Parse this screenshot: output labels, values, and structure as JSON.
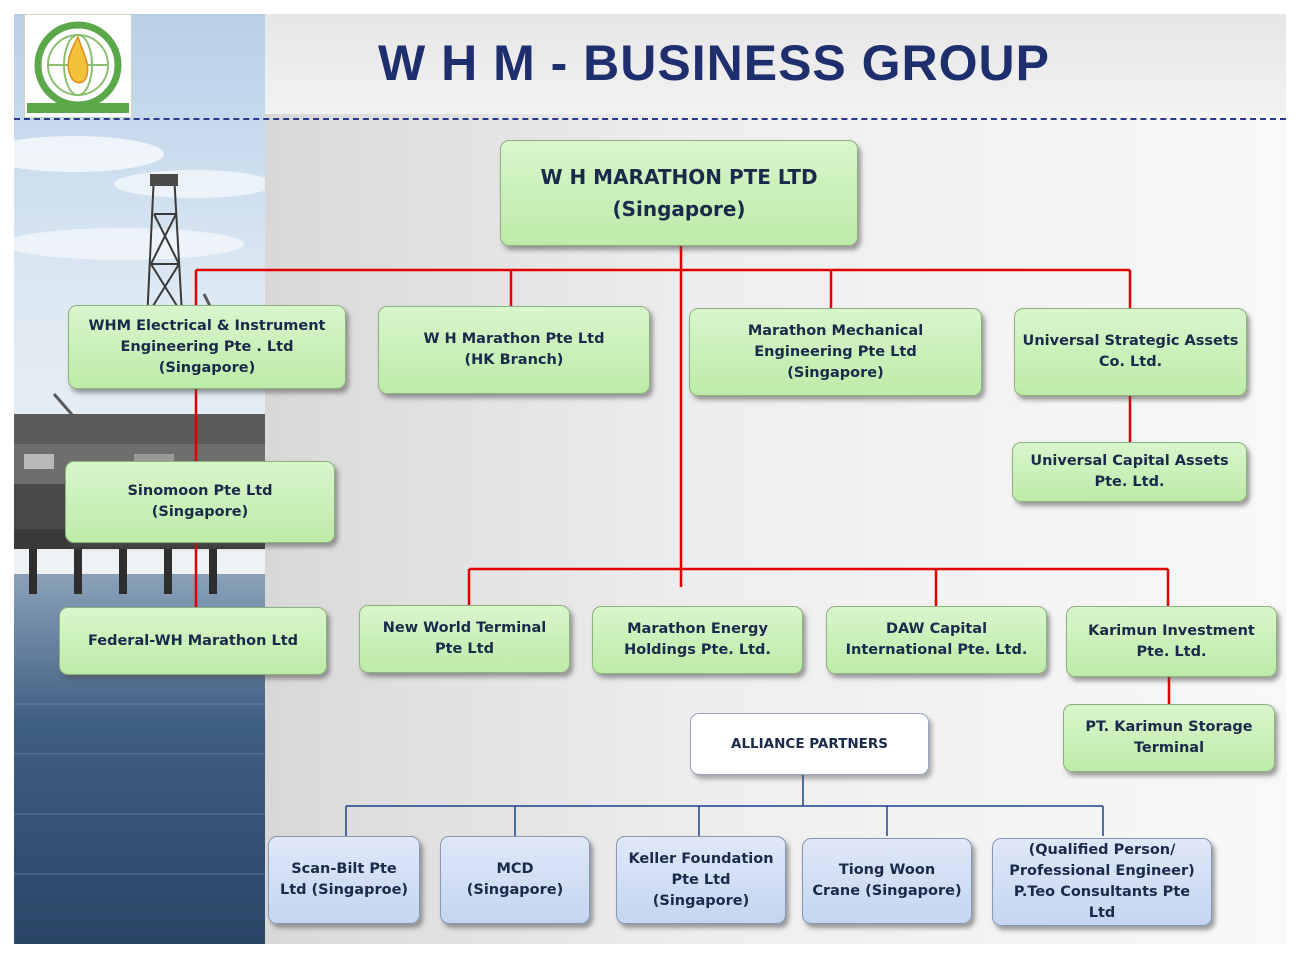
{
  "title": "W H M - BUSINESS GROUP",
  "nodes": {
    "root": "W H MARATHON PTE LTD\n(Singapore)",
    "whm_electrical": "WHM Electrical & Instrument\nEngineering Pte . Ltd\n(Singapore)",
    "hk_branch": "W H Marathon Pte Ltd\n(HK Branch)",
    "marathon_mechanical": "Marathon Mechanical\nEngineering Pte Ltd\n(Singapore)",
    "universal_strategic": "Universal Strategic Assets\nCo. Ltd.",
    "universal_capital": "Universal Capital Assets\nPte. Ltd.",
    "sinomoon": "Sinomoon Pte Ltd\n(Singapore)",
    "federal_wh": "Federal-WH Marathon Ltd",
    "new_world": "New World Terminal\nPte Ltd",
    "marathon_energy": "Marathon Energy\nHoldings Pte. Ltd.",
    "daw_capital": "DAW Capital\nInternational Pte. Ltd.",
    "karimun_investment": "Karimun Investment\nPte. Ltd.",
    "karimun_storage": "PT. Karimun Storage\nTerminal",
    "alliance_partners": "ALLIANCE PARTNERS",
    "scan_bilt": "Scan-Bilt Pte\nLtd (Singaproe)",
    "mcd": "MCD\n(Singapore)",
    "keller": "Keller Foundation\nPte Ltd\n(Singapore)",
    "tiong_woon": "Tiong Woon\nCrane (Singapore)",
    "pteo": "(Qualified Person/\nProfessional Engineer)\nP.Teo Consultants Pte\nLtd"
  },
  "colors": {
    "title": "#1f2f6e",
    "subsidiary_fill": "#c8efb6",
    "partner_fill": "#d2def4",
    "subsidiary_connector": "#e00000",
    "partner_connector": "#1f3f8f",
    "rule": "#2a3a8a"
  },
  "icons": {
    "logo": "whm-logo-globe-flame-icon"
  }
}
